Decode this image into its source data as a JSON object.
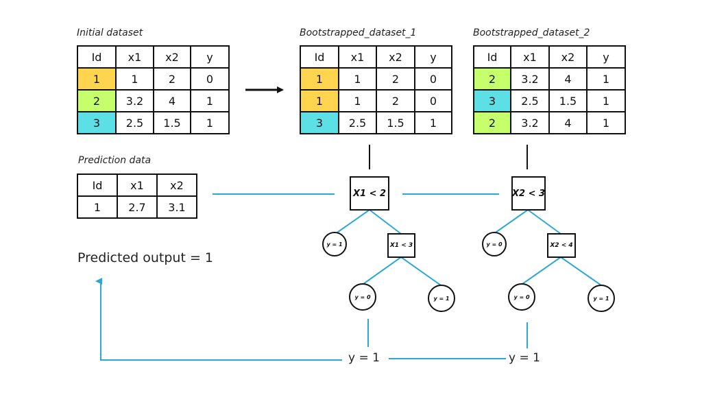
{
  "captions": {
    "initial": "Initial dataset",
    "boot1": "Bootstrapped_dataset_1",
    "boot2": "Bootstrapped_dataset_2",
    "prediction": "Prediction data"
  },
  "initial_table": {
    "headers": [
      "Id",
      "x1",
      "x2",
      "y"
    ],
    "rows": [
      {
        "id": "1",
        "x1": "1",
        "x2": "2",
        "y": "0"
      },
      {
        "id": "2",
        "x1": "3.2",
        "x2": "4",
        "y": "1"
      },
      {
        "id": "3",
        "x1": "2.5",
        "x2": "1.5",
        "y": "1"
      }
    ]
  },
  "boot1_table": {
    "headers": [
      "Id",
      "x1",
      "x2",
      "y"
    ],
    "rows": [
      {
        "id": "1",
        "x1": "1",
        "x2": "2",
        "y": "0"
      },
      {
        "id": "1",
        "x1": "1",
        "x2": "2",
        "y": "0"
      },
      {
        "id": "3",
        "x1": "2.5",
        "x2": "1.5",
        "y": "1"
      }
    ]
  },
  "boot2_table": {
    "headers": [
      "Id",
      "x1",
      "x2",
      "y"
    ],
    "rows": [
      {
        "id": "2",
        "x1": "3.2",
        "x2": "4",
        "y": "1"
      },
      {
        "id": "3",
        "x1": "2.5",
        "x2": "1.5",
        "y": "1"
      },
      {
        "id": "2",
        "x1": "3.2",
        "x2": "4",
        "y": "1"
      }
    ]
  },
  "prediction_table": {
    "headers": [
      "Id",
      "x1",
      "x2"
    ],
    "row": {
      "id": "1",
      "x1": "2.7",
      "x2": "3.1"
    }
  },
  "id_colors": {
    "1": "#ffd54f",
    "2": "#c5ff6b",
    "3": "#5ce0e6"
  },
  "line_color": "#29a8d8",
  "tree1": {
    "root": "X1 < 2",
    "left_leaf": "y = 1",
    "inner": "X1 < 3",
    "inner_left_leaf": "y = 0",
    "inner_right_leaf": "y = 1",
    "output": "y = 1"
  },
  "tree2": {
    "root": "X2 < 3",
    "left_leaf": "y = 0",
    "inner": "X2 < 4",
    "inner_left_leaf": "y = 0",
    "inner_right_leaf": "y = 1",
    "output": "y = 1"
  },
  "predicted_output": "Predicted output = 1"
}
